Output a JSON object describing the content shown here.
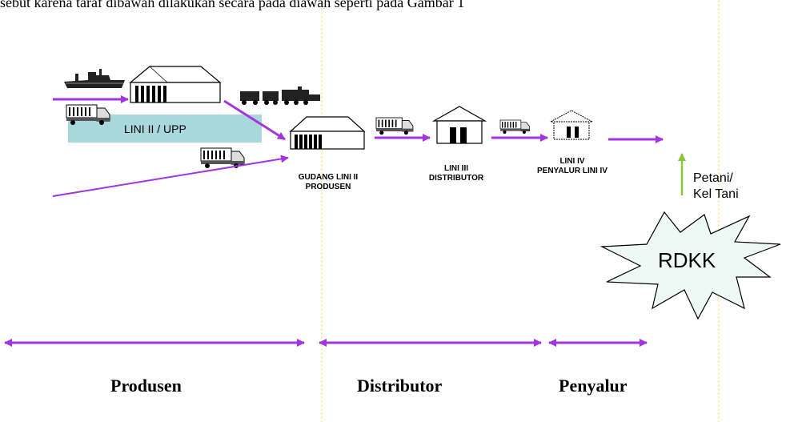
{
  "top_text": "sebut karena taraf dibawah dilakukan secara pada diawah seperti pada Gambar 1",
  "colors": {
    "arrow": "#a335e0",
    "box_fill": "#a8d8dc",
    "green_arrow": "#8cc63f",
    "guide_line": "#f4e37a",
    "star_fill": "#eef8f4"
  },
  "labels": {
    "lini2_upp": "LINI II / UPP",
    "gudang_line1": "GUDANG LINI II",
    "gudang_line2": "PRODUSEN",
    "lini3_line1": "LINI III",
    "lini3_line2": "DISTRIBUTOR",
    "lini4_line1": "LINI IV",
    "lini4_line2": "PENYALUR LINI IV",
    "petani_line1": "Petani/",
    "petani_line2": "Kel Tani",
    "rdkk": "RDKK"
  },
  "sections": {
    "produsen": "Produsen",
    "distributor": "Distributor",
    "penyalur": "Penyalur"
  },
  "icons": [
    "ship-icon",
    "train-icon",
    "truck-icon",
    "warehouse-icon",
    "house-icon"
  ]
}
